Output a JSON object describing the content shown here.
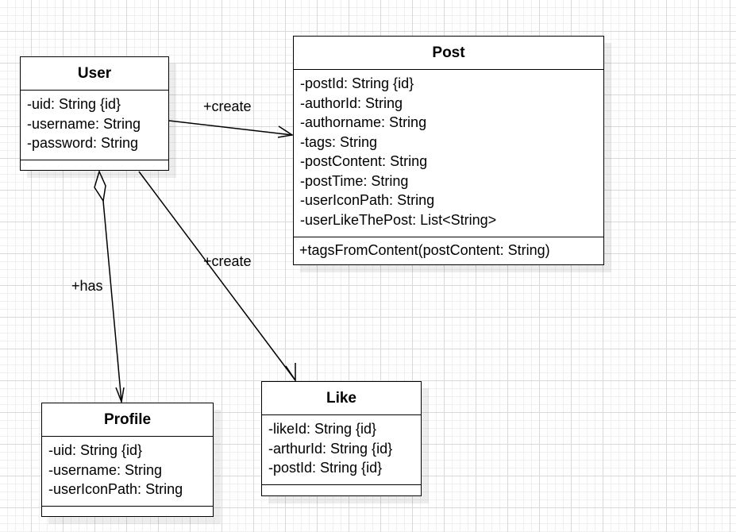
{
  "diagram": {
    "classes": {
      "user": {
        "name": "User",
        "attributes": [
          "-uid: String {id}",
          "-username: String",
          "-password: String"
        ],
        "operations": []
      },
      "post": {
        "name": "Post",
        "attributes": [
          "-postId: String {id}",
          "-authorId: String",
          "-authorname: String",
          "-tags: String",
          "-postContent: String",
          "-postTime: String",
          "-userIconPath: String",
          "-userLikeThePost: List<String>"
        ],
        "operations": [
          "+tagsFromContent(postContent: String)"
        ]
      },
      "profile": {
        "name": "Profile",
        "attributes": [
          "-uid: String {id}",
          "-username: String",
          "-userIconPath: String"
        ],
        "operations": []
      },
      "like": {
        "name": "Like",
        "attributes": [
          "-likeId: String {id}",
          "-arthurId: String {id}",
          "-postId: String {id}"
        ],
        "operations": []
      }
    },
    "relations": {
      "user_post": {
        "label": "+create",
        "type": "association",
        "from": "User",
        "to": "Post"
      },
      "user_like": {
        "label": "+create",
        "type": "association",
        "from": "User",
        "to": "Like"
      },
      "user_profile": {
        "label": "+has",
        "type": "aggregation",
        "from": "User",
        "to": "Profile"
      }
    }
  }
}
